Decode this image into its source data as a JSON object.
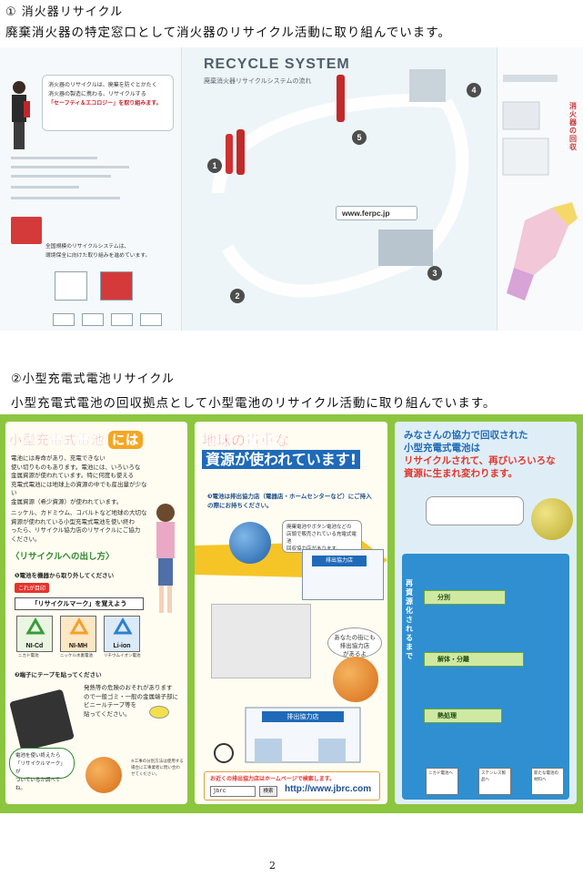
{
  "section1": {
    "heading": "① 消火器リサイクル",
    "text": "廃棄消火器の特定窓口として消火器のリサイクル活動に取り組んでいます。",
    "panel": {
      "title": "RECYCLE SYSTEM",
      "subtitle": "廃棄消火器リサイクルシステムの流れ",
      "url": "www.ferpc.jp",
      "intro": [
        "消火器のリサイクルは、廃棄を防ぐとかたく",
        "消火器の製造に携わる、リサイクルする",
        "「セーフティ＆エコロジー」を取り組みます。"
      ],
      "hint": [
        "全国規模のリサイクルシステムは、",
        "環境保全に向けた取り組みを進めています。"
      ],
      "steps": [
        "1",
        "2",
        "3",
        "4",
        "5"
      ],
      "right_vertical": "消火器の回収"
    }
  },
  "section2": {
    "heading": "②小型充電式電池リサイクル",
    "text": "小型充電式電池の回収拠点として小型電池のリサイクル活動に取り組んでいます。",
    "colA": {
      "title": "小型充電式電池",
      "title_badge": "には",
      "text": [
        "電池には寿命があり、充電できない",
        "使い切りものもあります。電池には、いろいろな",
        "金属資源が使われています。特に何度も使える",
        "充電式電池には地球上の資源の中でも産出量が少ない",
        "金属資源（希少資源）が使われています。"
      ],
      "text2": [
        "ニッケル、カドミウム、コバルトなど地球の大切な",
        "資源が使われている小型充電式電池を使い終わ",
        "ったら、リサイクル協力店のリサイクルにご協力",
        "ください。"
      ],
      "howto_title": "〈リサイクルへの出し方〉",
      "step1": "❶電池を機器から取り外してください",
      "step1_tag": "これが目印",
      "marks_title": "「リサイクルマーク」を覚えよう",
      "marks": [
        {
          "name": "NI-Cd",
          "label": "ニカド電池",
          "color": "#3a9b3a"
        },
        {
          "name": "NI-MH",
          "label": "ニッケル水素電池",
          "color": "#f2a12c"
        },
        {
          "name": "Li-ion",
          "label": "リチウムイオン電池",
          "color": "#2f7fd0"
        }
      ],
      "step2": "❷端子にテープを貼ってください",
      "step2_text": [
        "発熱等の危険のおそれがあります",
        "ので一般ゴミ・一般の金属端子部に",
        "ビニールテープ等を",
        "貼ってください。"
      ],
      "note": [
        "電池を使い終えたら",
        "「リサイクルマーク」が",
        "ついているか調べてね。"
      ],
      "note2": "※工事の分別方法は使用する場合に工事業者に問い合わせてください。"
    },
    "colB": {
      "title_l1": "地球の貴重な",
      "title_l2": "資源が使われています!",
      "step3": "❸電池は排出協力店（電器店・ホームセンターなど）にご持入の際にお持ちください。",
      "speech": [
        "廃棄電池やボタン電池などの",
        "店頭で販売されている充電式電池",
        "回収協力店があります。"
      ],
      "shop_sign": "排出協力店",
      "bubble": [
        "あなたの街にも",
        "排出協力店",
        "があるよ"
      ],
      "shop2_sign": "排出協力店",
      "url_caption": "お近くの排出協力店はホームページで検索します。",
      "url_input": "jbrc",
      "url_button": "検索",
      "url_text": "http://www.jbrc.com"
    },
    "colC": {
      "title_l1": "みなさんの協力で回収された",
      "title_l2": "小型充電式電池は",
      "title_l3": "リサイクルされて、再びいろいろな",
      "title_l4": "資源に生まれ変わります。",
      "vertical": "再資源化されるまで",
      "stages": [
        "分別",
        "解体・分離",
        "熱処理"
      ],
      "results": [
        {
          "label": "ニカド電池へ"
        },
        {
          "label": "ステンレス製品へ"
        },
        {
          "label": "新たな電池の材料へ"
        }
      ]
    }
  },
  "page": {
    "number": "2"
  }
}
